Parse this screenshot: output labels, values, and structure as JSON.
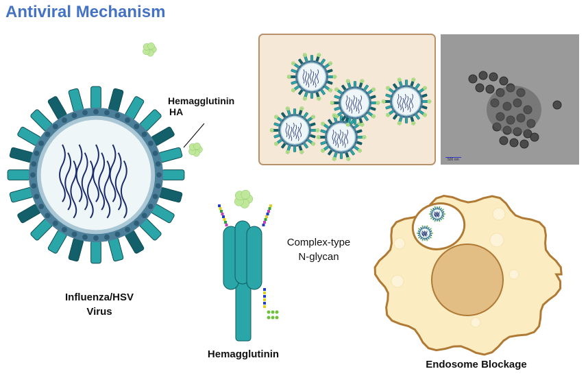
{
  "title": "Antiviral Mechanism",
  "labels": {
    "ha_label_line1": "Hemagglutinin",
    "ha_label_line2": "HA",
    "virus_line1": "Influenza/HSV",
    "virus_line2": "Virus",
    "glycan_line1": "Complex-type",
    "glycan_line2": "N-glycan",
    "hemagglutinin": "Hemagglutinin",
    "endosome": "Endosome Blockage",
    "scale_bar": "500 nm"
  },
  "colors": {
    "title": "#4472C4",
    "teal": "#2aa6a8",
    "dark_teal": "#13606a",
    "membrane": "#4c7f99",
    "cell": "#fbedc1",
    "cell_border": "#b07a35",
    "nucleus": "#e2bd84",
    "panel_bg": "#f6e8d6"
  }
}
